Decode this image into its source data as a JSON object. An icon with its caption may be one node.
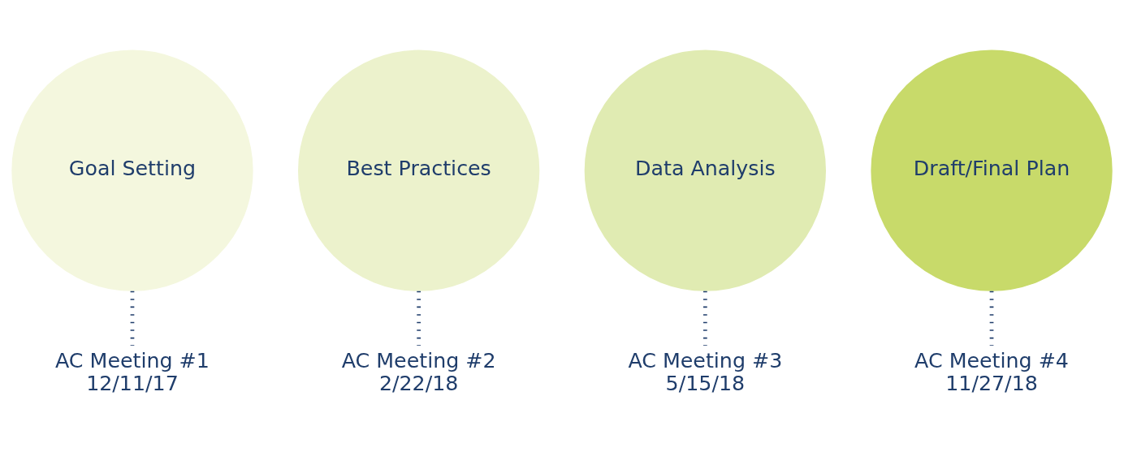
{
  "diagram": {
    "nodes": [
      {
        "text": [
          "Goal Setting"
        ]
      },
      {
        "text": [
          "Best Practices"
        ]
      },
      {
        "text": [
          "Data Analysis"
        ]
      },
      {
        "text": [
          "Draft/Final Plan"
        ]
      },
      {
        "text": [
          "AC Meeting #1",
          "12/11/17"
        ]
      },
      {
        "text": [
          "AC Meeting #2",
          "2/22/18"
        ]
      },
      {
        "text": [
          "AC Meeting #3",
          "5/15/18"
        ]
      },
      {
        "text": [
          "AC Meeting #4",
          "11/27/18"
        ]
      }
    ],
    "edges": [
      {
        "from": 0,
        "to": 4,
        "arrow": "none",
        "style": "dashed"
      },
      {
        "from": 1,
        "to": 5,
        "arrow": "none",
        "style": "dashed"
      },
      {
        "from": 2,
        "to": 6,
        "arrow": "none",
        "style": "dashed"
      },
      {
        "from": 3,
        "to": 7,
        "arrow": "none",
        "style": "dashed"
      }
    ]
  }
}
